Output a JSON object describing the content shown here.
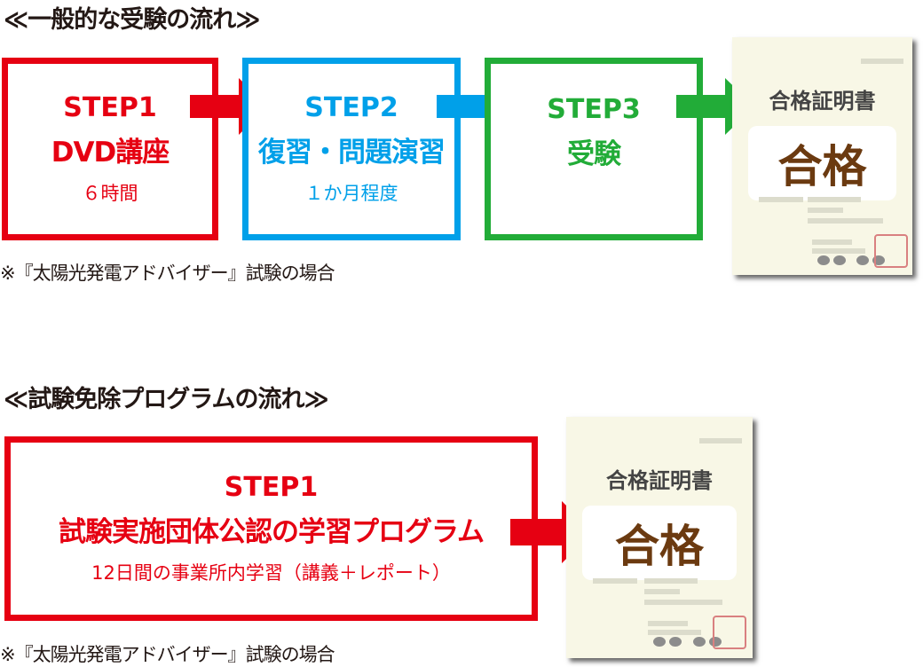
{
  "section1": {
    "title": "≪一般的な受験の流れ≫",
    "steps": [
      {
        "step": "STEP1",
        "main": "DVD講座",
        "sub": "６時間",
        "color": "#e60012"
      },
      {
        "step": "STEP2",
        "main": "復習・問題演習",
        "sub": "１か月程度",
        "color": "#00a0e9"
      },
      {
        "step": "STEP3",
        "main": "受験",
        "sub": "",
        "color": "#22ac38"
      }
    ],
    "certificate": {
      "title": "合格証明書",
      "stamp": "合格"
    },
    "note": "※『太陽光発電アドバイザー』試験の場合"
  },
  "section2": {
    "title": "≪試験免除プログラムの流れ≫",
    "step": {
      "step": "STEP1",
      "main": "試験実施団体公認の学習プログラム",
      "sub": "12日間の事業所内学習（講義＋レポート）",
      "color": "#e60012"
    },
    "certificate": {
      "title": "合格証明書",
      "stamp": "合格"
    },
    "note": "※『太陽光発電アドバイザー』試験の場合"
  }
}
